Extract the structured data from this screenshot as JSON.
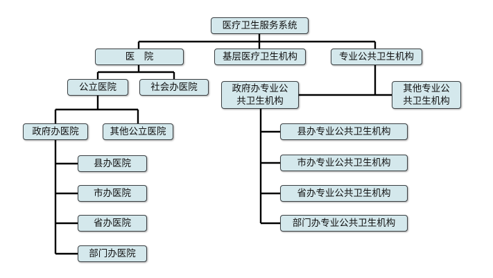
{
  "nodes": {
    "root": "医疗卫生服务系统",
    "hospital": "医　院",
    "primary": "基层医疗卫生机构",
    "public_health": "专业公共卫生机构",
    "public_hospital": "公立医院",
    "social_hospital": "社会办医院",
    "gov_public_health": "政府办专业公共卫生机构",
    "other_public_health": "其他专业公共卫生机构",
    "gov_hospital": "政府办医院",
    "other_public_hospital": "其他公立医院",
    "county_public_health": "县办专业公共卫生机构",
    "city_public_health": "市办专业公共卫生机构",
    "province_public_health": "省办专业公共卫生机构",
    "dept_public_health": "部门办专业公共卫生机构",
    "county_hospital": "县办医院",
    "city_hospital": "市办医院",
    "province_hospital": "省办医院",
    "dept_hospital": "部门办医院"
  },
  "colors": {
    "box_fill": "#d4e8ec",
    "line": "#000000"
  }
}
